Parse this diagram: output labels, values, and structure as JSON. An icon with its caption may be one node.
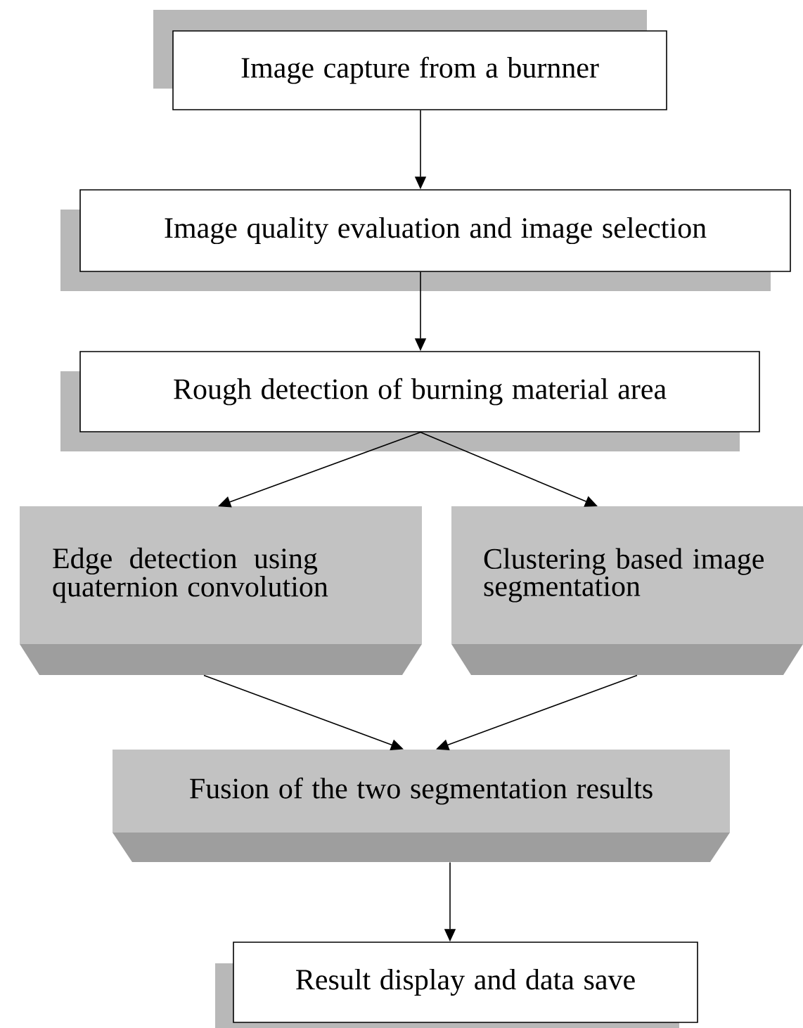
{
  "diagram": {
    "nodes": [
      {
        "text": [
          "Image capture from a burnner"
        ]
      },
      {
        "text": [
          "Image quality evaluation and image selection"
        ]
      },
      {
        "text": [
          "Rough detection of burning material area"
        ]
      },
      {
        "text": [
          "Edge detection using quaternion convolution"
        ]
      },
      {
        "text": [
          "Clustering based image segmentation"
        ]
      },
      {
        "text": [
          "Fusion of the two segmentation results"
        ]
      },
      {
        "text": [
          "Result display and data save"
        ]
      }
    ],
    "edges": [
      {
        "from": 0,
        "to": 1,
        "arrow": "to"
      },
      {
        "from": 1,
        "to": 2,
        "arrow": "to"
      },
      {
        "from": 2,
        "to": 3,
        "arrow": "to"
      },
      {
        "from": 2,
        "to": 4,
        "arrow": "to"
      },
      {
        "from": 3,
        "to": 5,
        "arrow": "to"
      },
      {
        "from": 4,
        "to": 5,
        "arrow": "to"
      },
      {
        "from": 5,
        "to": 6,
        "arrow": "to"
      }
    ]
  }
}
